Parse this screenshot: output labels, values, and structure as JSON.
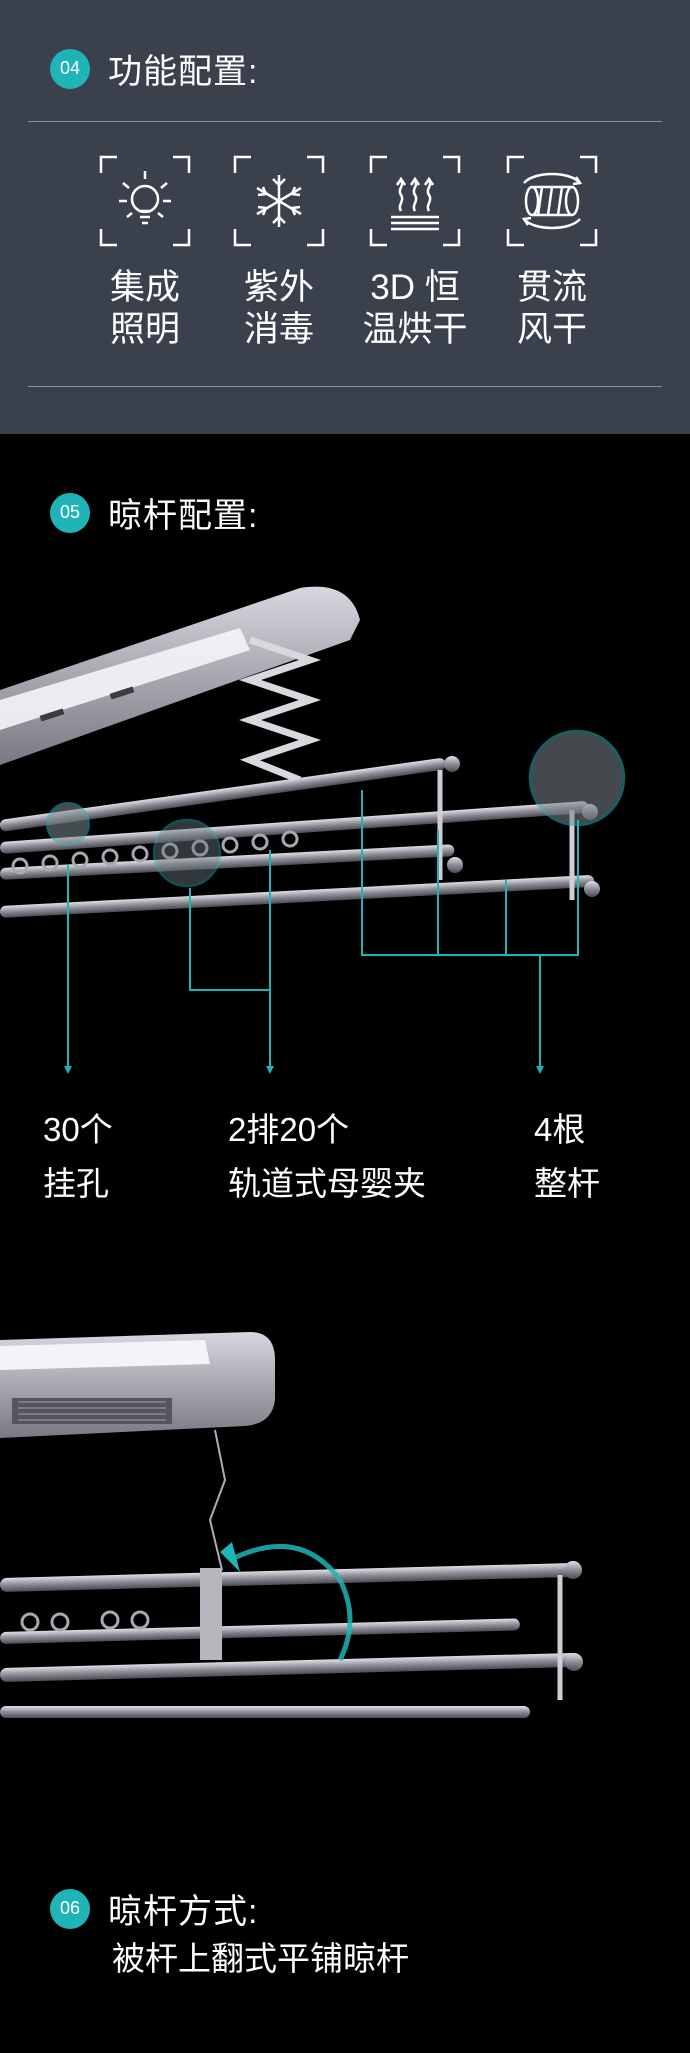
{
  "functions": {
    "number": "04",
    "title": "功能配置:",
    "items": [
      {
        "icon": "lightbulb-icon",
        "label": "集成\n照明"
      },
      {
        "icon": "snowflake-icon",
        "label": "紫外\n消毒"
      },
      {
        "icon": "heat-waves-icon",
        "label": "3D 恒\n温烘干"
      },
      {
        "icon": "airflow-icon",
        "label": "贯流\n风干"
      }
    ]
  },
  "rods": {
    "number": "05",
    "title": "晾杆配置:",
    "captions": [
      {
        "line1": "30个",
        "line2": "挂孔"
      },
      {
        "line1": "2排20个",
        "line2": "轨道式母婴夹"
      },
      {
        "line1": "4根",
        "line2": "整杆"
      }
    ]
  },
  "method": {
    "number": "06",
    "title": "晾杆方式:",
    "subtitle": "被杆上翻式平铺晾杆"
  },
  "colors": {
    "accent": "#1fb5b8",
    "panel": "#3a414d",
    "background": "#000000"
  }
}
